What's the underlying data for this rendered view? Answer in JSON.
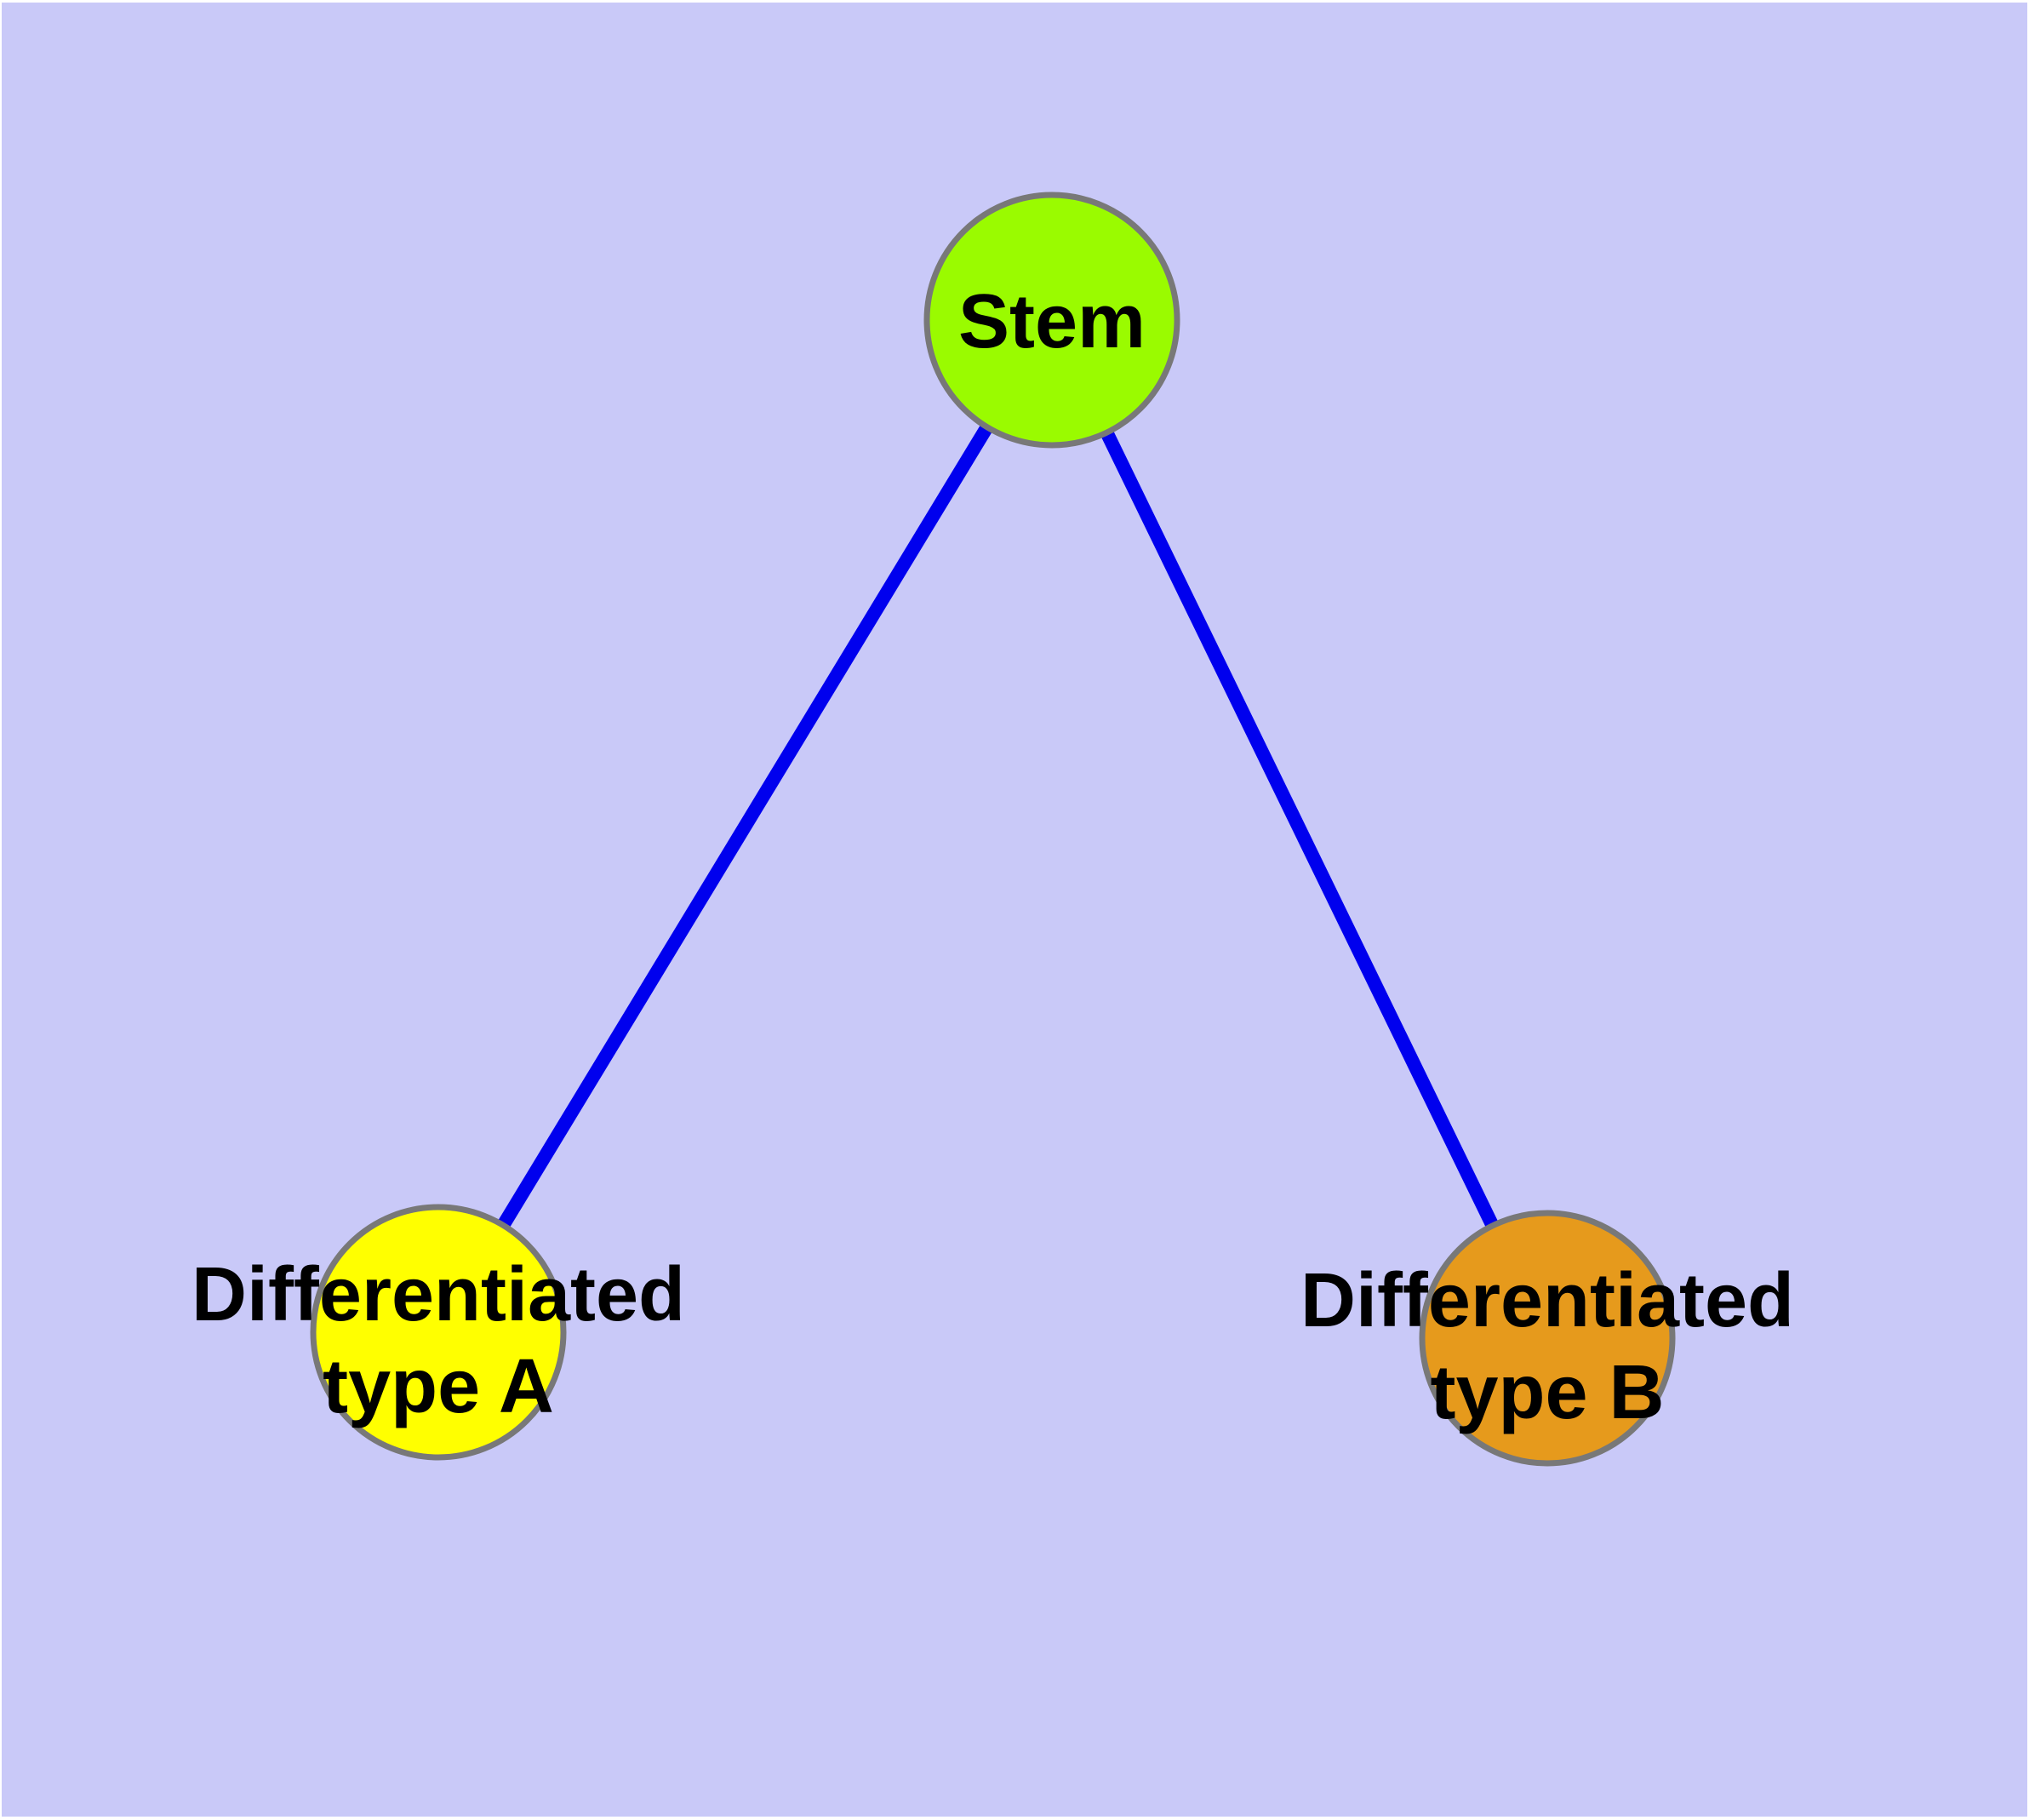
{
  "diagram": {
    "type": "node-link-graph",
    "background_color": "#C9C9F8",
    "edge_color": "#0000EE",
    "node_border_color": "#787878",
    "label_color": "#000000",
    "nodes": [
      {
        "id": "stem",
        "label": "Stem",
        "line1": "Stem",
        "line2": "",
        "fill": "#9AFB00"
      },
      {
        "id": "type-a",
        "label": "Differentiated type A",
        "line1": "Differentiated",
        "line2": "type A",
        "fill": "#FFFF00"
      },
      {
        "id": "type-b",
        "label": "Differentiated type B",
        "line1": "Differentiated",
        "line2": "type B",
        "fill": "#E69A1C"
      }
    ],
    "edges": [
      {
        "from": "Stem",
        "to": "Differentiated type A"
      },
      {
        "from": "Stem",
        "to": "Differentiated type B"
      }
    ]
  }
}
